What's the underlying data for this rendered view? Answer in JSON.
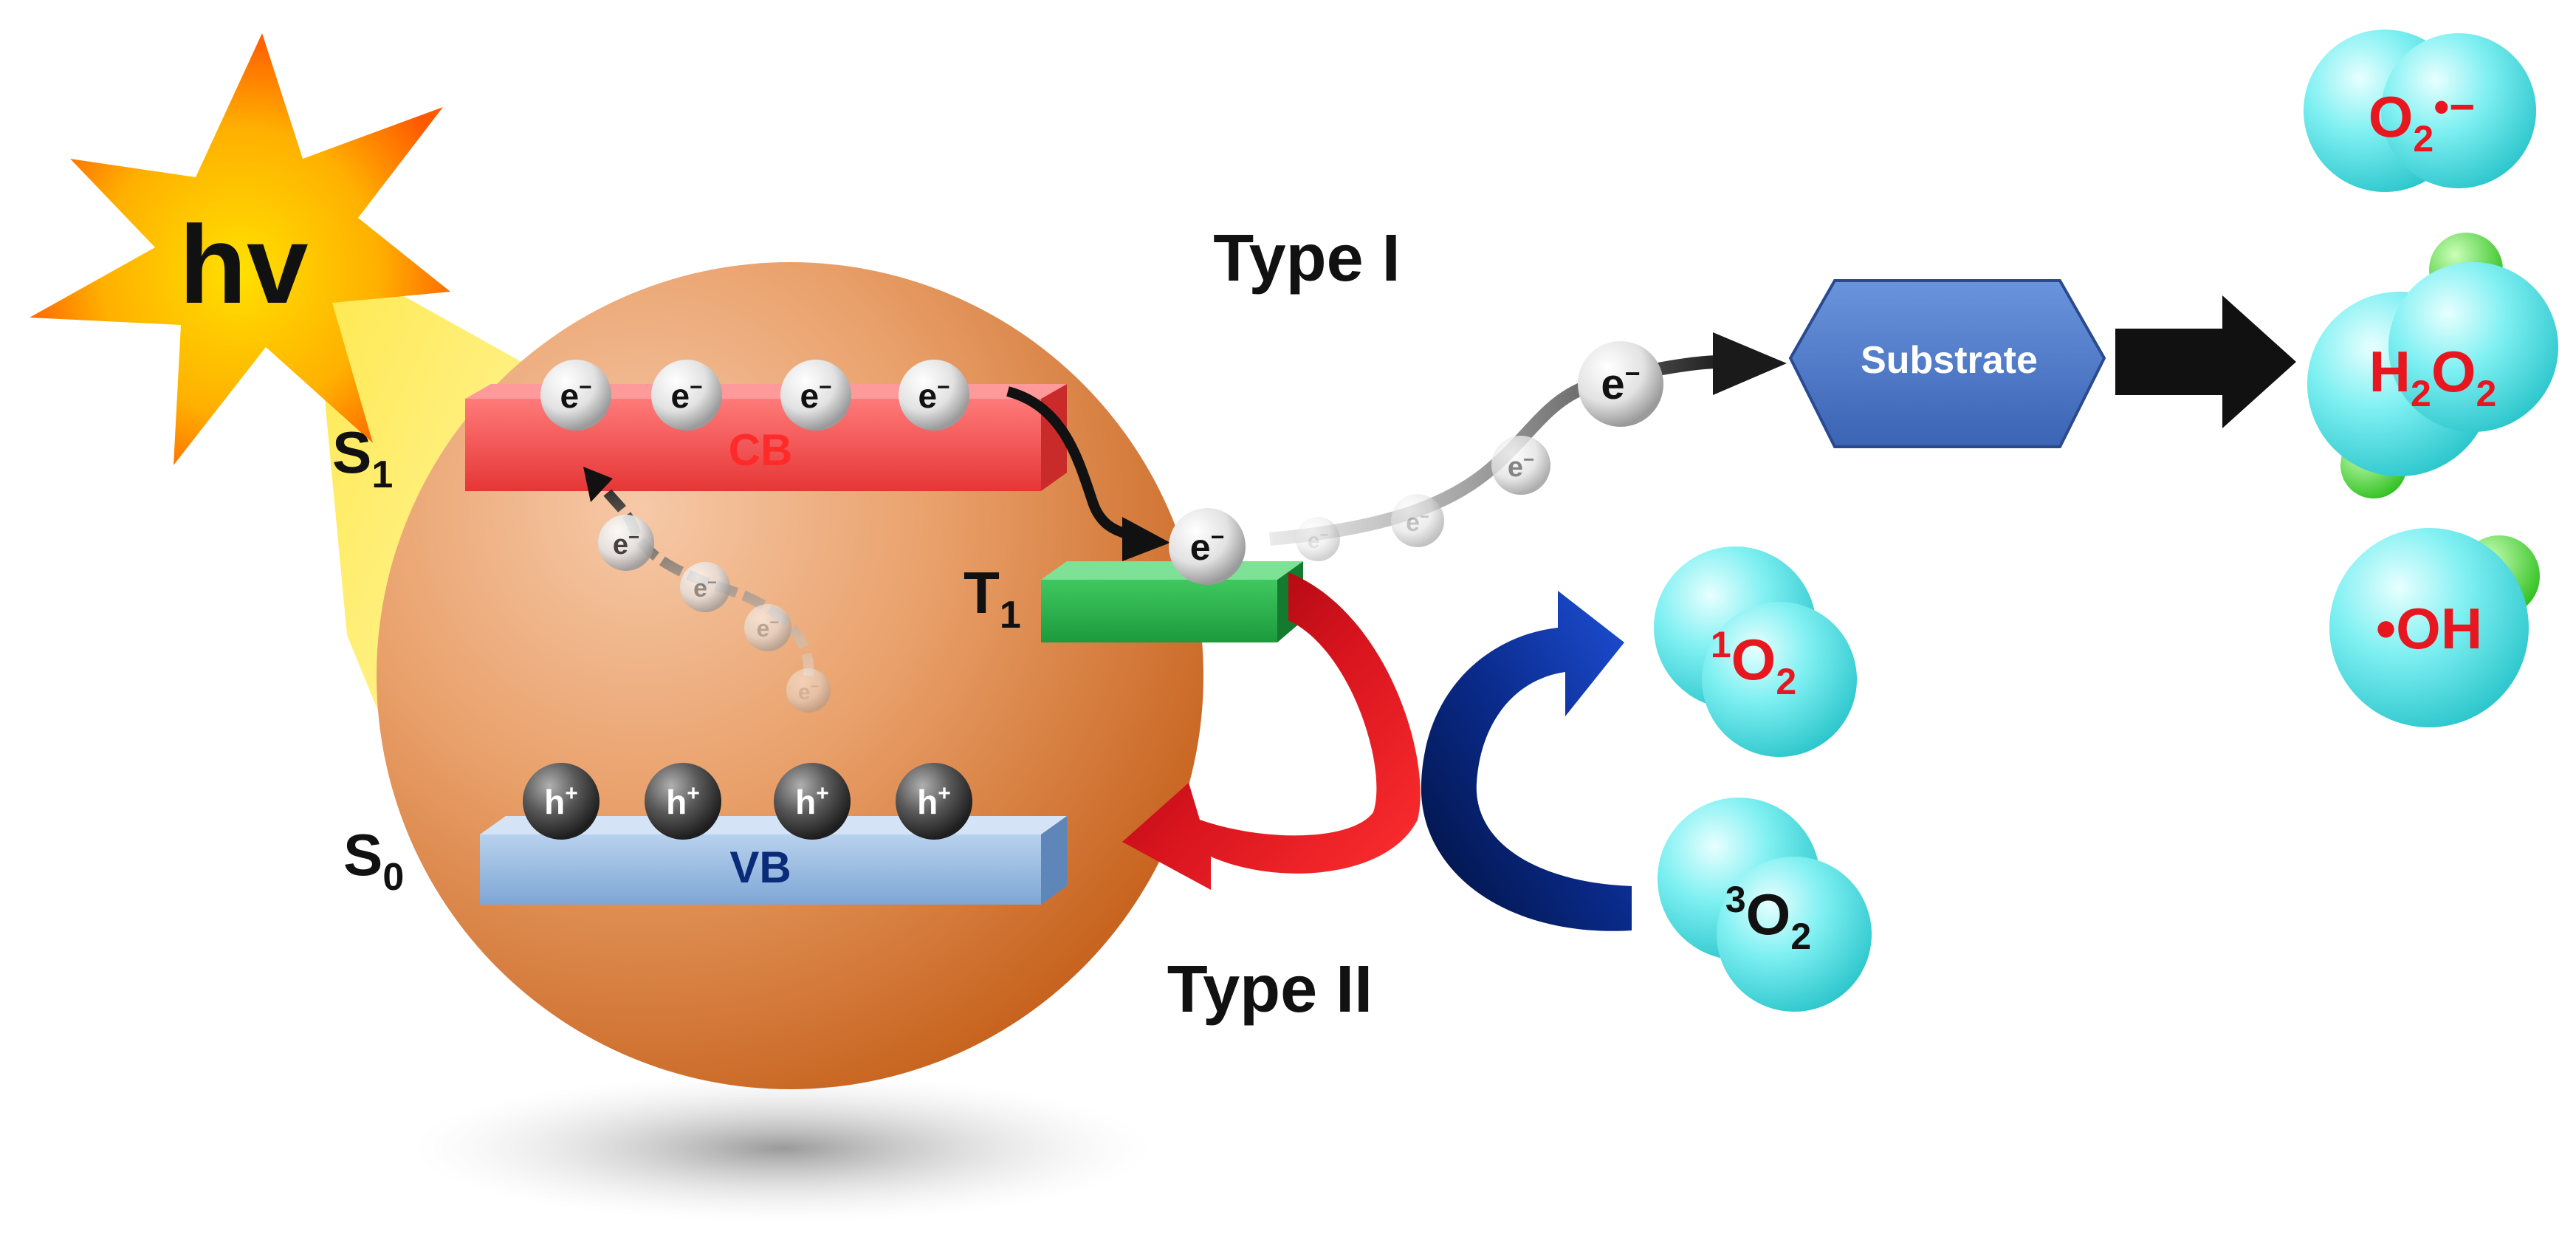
{
  "light": {
    "label": "hv"
  },
  "states": {
    "s1": "S",
    "s1_sub": "1",
    "s0": "S",
    "s0_sub": "0",
    "t1": "T",
    "t1_sub": "1"
  },
  "bands": {
    "cb": "CB",
    "vb": "VB"
  },
  "carriers": {
    "electron": "e",
    "electron_sup": "−",
    "hole": "h",
    "hole_sup": "+"
  },
  "pathways": {
    "type1": "Type I",
    "type2": "Type II"
  },
  "substrate": {
    "label": "Substrate"
  },
  "species": {
    "singlet_oxygen": {
      "pre": "1",
      "main": "O",
      "sub": "2"
    },
    "triplet_oxygen": {
      "pre": "3",
      "main": "O",
      "sub": "2"
    },
    "superoxide": {
      "main": "O",
      "sub": "2",
      "post": "•−"
    },
    "peroxide": {
      "a": "H",
      "a_sub": "2",
      "b": "O",
      "b_sub": "2"
    },
    "hydroxyl": {
      "main": "•OH"
    }
  },
  "colors": {
    "cb": "#f04848",
    "vb": "#8fb3dc",
    "t1": "#28a848",
    "particle": "#d9783a",
    "oxygen": "#5fe8ec",
    "substrate": "#4a76c8",
    "species_text": "#e8161e",
    "type2_red": "#c8101a",
    "type2_blue": "#0a2a8a"
  }
}
